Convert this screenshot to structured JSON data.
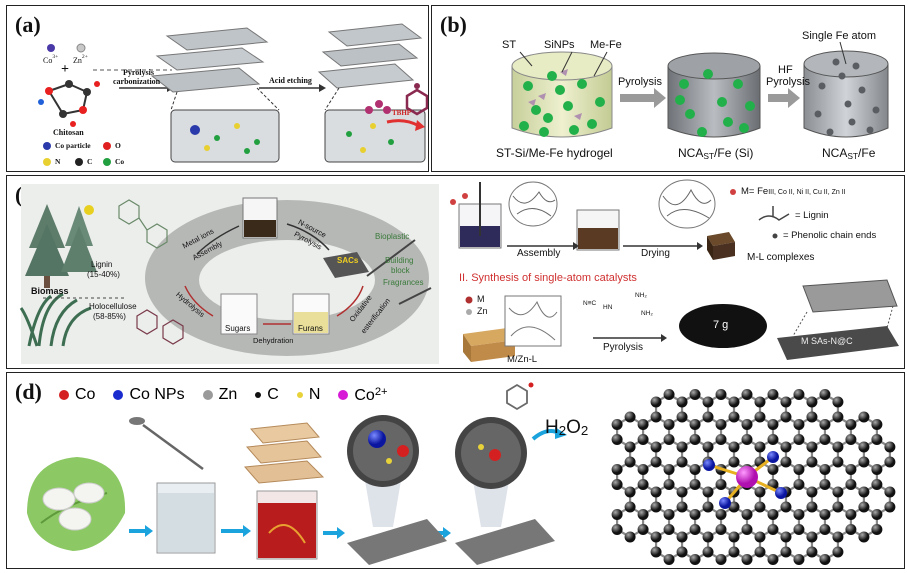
{
  "panel_a": {
    "label": "(a)",
    "legend_co3": "Co",
    "legend_co3_sup": "3+",
    "legend_zn2": "Zn",
    "legend_zn2_sup": "2+",
    "plus": "+",
    "chitosan": "Chitosan",
    "pyrolysis": "Pyrolysis",
    "carbonization": "carbonization",
    "acid_etching": "Acid etching",
    "tbhp": "TBHP",
    "key": [
      "Co particle",
      "O",
      "N",
      "C",
      "Co"
    ]
  },
  "panel_b": {
    "label": "(b)",
    "st": "ST",
    "sinps": "SiNPs",
    "mefe": "Me-Fe",
    "pyrolysis": "Pyrolysis",
    "hf": "HF",
    "hf_pyrolysis": "Pyrolysis",
    "single_fe": "Single Fe atom",
    "hydrogel": "ST-Si/Me-Fe hydrogel",
    "nca_si_main": "NCA",
    "nca_si_sub": "ST",
    "nca_si_tail": "/Fe (Si)",
    "nca_fe_main": "NCA",
    "nca_fe_sub": "ST",
    "nca_fe_tail": "/Fe"
  },
  "panel_c": {
    "label": "(c)",
    "lignin": "Lignin",
    "lignin_pct": "(15-40%)",
    "biomass": "Biomass",
    "holocellulose": "Holocellulose",
    "holo_pct": "(58-85%)",
    "metal_ions": "Metal ions",
    "assembly_ring": "Assembly",
    "n_source": "N-source",
    "pyrolysis_ring": "Pyrolysis",
    "sacs": "SACs",
    "hydrolysis": "Hydrolysis",
    "dehydration": "Dehydration",
    "oxidative": "Oxidative",
    "esterification": "esterification",
    "sugars": "Sugars",
    "furans": "Furans",
    "bioplastic": "Bioplastic",
    "building_block": "Building",
    "block": "block",
    "fragrances": "Fragrances",
    "assembly": "Assembly",
    "drying": "Drying",
    "m_def": "M= Fe",
    "m_def_ions": "III, Co II, Ni II, Cu II, Zn II",
    "lignin_key": "= Lignin",
    "phenolic_key": "= Phenolic chain ends",
    "ml_complexes": "M-L complexes",
    "synthesis_title": "II. Synthesis of single-atom catalysts",
    "key_m": "M",
    "key_zn": "Zn",
    "nh2_top": "NH₂",
    "hn": "HN",
    "nh2_bot": "NH₂",
    "nc": "N≡C",
    "mzn": "M/Zn-L",
    "pyrolysis": "Pyrolysis",
    "seven_g": "7 g",
    "msas": "M SAs-N@C"
  },
  "panel_d": {
    "label": "(d)",
    "legend": [
      {
        "name": "Co",
        "color": "#d42020"
      },
      {
        "name": "Co NPs",
        "color": "#1b2ccf"
      },
      {
        "name": "Zn",
        "color": "#9a9a9a"
      },
      {
        "name": "C",
        "color": "#111111"
      },
      {
        "name": "N",
        "color": "#e8d23a"
      }
    ],
    "co2": "Co",
    "co2_sup": "2+",
    "co2_color": "#d61ad6",
    "h2o2_main": "H",
    "h2o2_sub1": "2",
    "h2o2_mid": "O",
    "h2o2_sub2": "2"
  },
  "colors": {
    "arrow_blue": "#1aa3dd",
    "green_sphere": "#22b04a",
    "grey_graphene": "#5b5b5b",
    "red_text": "#cc2222"
  }
}
